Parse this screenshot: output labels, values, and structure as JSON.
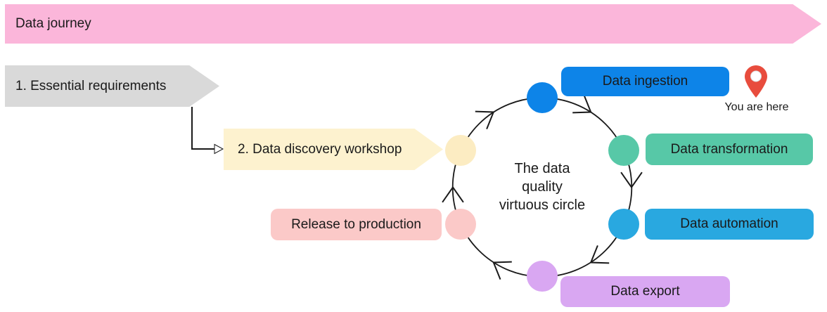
{
  "banner": {
    "label": "Data journey",
    "color": "#fbb6da"
  },
  "steps": [
    {
      "label": "1. Essential requirements",
      "color": "#d9d9d9"
    },
    {
      "label": "2. Data discovery workshop",
      "color": "#fdf2cf"
    }
  ],
  "cycle": {
    "center_lines": [
      "The data",
      "quality",
      "virtuous circle"
    ],
    "entry_node_color": "#fcecc2",
    "stages": [
      {
        "label": "Data ingestion",
        "color": "#0d84e8"
      },
      {
        "label": "Data transformation",
        "color": "#57c8a7"
      },
      {
        "label": "Data automation",
        "color": "#29a8e0"
      },
      {
        "label": "Data export",
        "color": "#d9a7f2"
      },
      {
        "label": "Release to production",
        "color": "#fbc9c8"
      }
    ]
  },
  "marker": {
    "label": "You are here",
    "color": "#e84c3d"
  }
}
